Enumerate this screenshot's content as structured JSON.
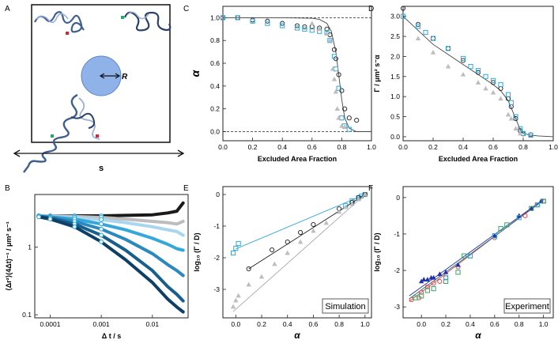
{
  "panel_letters": [
    "A",
    "B",
    "C",
    "D",
    "E",
    "F"
  ],
  "schematic": {
    "radius_label": "R",
    "side_label": "s"
  },
  "colors": {
    "black": "#1a1a1a",
    "gray": "#bdbdbd",
    "cyan": "#35a7d8",
    "lightblue": "#a9d5ee",
    "blue": "#2c89c0",
    "darkblue": "#175f8c",
    "navy": "#0e3f66",
    "red": "#d63c3c",
    "indigo": "#2233aa",
    "green": "#3fa06a",
    "teal": "#1f6f7a",
    "sphere": "#8fb3e8"
  },
  "chart_data": [
    {
      "id": "B",
      "type": "scatter",
      "xlabel": "Δ t / s",
      "ylabel": "⟨Δr²⟩(4Δt)⁻¹ / μm² s⁻¹",
      "xscale": "log",
      "yscale": "log",
      "xlim": [
        5e-05,
        0.05
      ],
      "ylim": [
        0.09,
        6
      ],
      "xticks": [
        0.0001,
        0.001,
        0.01
      ],
      "xticklabels": [
        "0.0001",
        "0.001",
        "0.01"
      ],
      "yticks": [
        0.1,
        1
      ],
      "yticklabels": [
        "0.1",
        "1"
      ],
      "series": [
        {
          "color": "#1a1a1a",
          "x": [
            6e-05,
            0.0001,
            0.0003,
            0.001,
            0.003,
            0.01,
            0.02,
            0.03,
            0.04
          ],
          "y": [
            2.9,
            2.9,
            2.9,
            2.9,
            2.95,
            3.0,
            3.2,
            3.4,
            4.5
          ]
        },
        {
          "color": "#bdbdbd",
          "x": [
            6e-05,
            0.0001,
            0.0003,
            0.001,
            0.003,
            0.01,
            0.02,
            0.03,
            0.04
          ],
          "y": [
            2.9,
            2.9,
            2.85,
            2.75,
            2.6,
            2.4,
            2.3,
            2.2,
            2.4
          ]
        },
        {
          "color": "#a9d5ee",
          "x": [
            6e-05,
            0.0001,
            0.0003,
            0.001,
            0.003,
            0.01,
            0.02,
            0.03,
            0.04
          ],
          "y": [
            2.9,
            2.85,
            2.75,
            2.55,
            2.3,
            2.0,
            1.8,
            1.7,
            1.5
          ]
        },
        {
          "color": "#35a7d8",
          "x": [
            6e-05,
            0.0001,
            0.0003,
            0.001,
            0.003,
            0.01,
            0.02,
            0.03,
            0.04
          ],
          "y": [
            2.9,
            2.8,
            2.6,
            2.2,
            1.8,
            1.35,
            1.1,
            0.95,
            0.9
          ]
        },
        {
          "color": "#2c89c0",
          "x": [
            6e-05,
            0.0001,
            0.0003,
            0.001,
            0.003,
            0.01,
            0.02,
            0.03,
            0.04
          ],
          "y": [
            2.85,
            2.75,
            2.4,
            1.85,
            1.3,
            0.8,
            0.55,
            0.45,
            0.38
          ]
        },
        {
          "color": "#175f8c",
          "x": [
            6e-05,
            0.0001,
            0.0003,
            0.001,
            0.003,
            0.01,
            0.02,
            0.03,
            0.04
          ],
          "y": [
            2.85,
            2.7,
            2.2,
            1.5,
            0.9,
            0.45,
            0.26,
            0.2,
            0.16
          ]
        },
        {
          "color": "#0e3f66",
          "x": [
            6e-05,
            0.0001,
            0.0003,
            0.001,
            0.003,
            0.01,
            0.02,
            0.03,
            0.04
          ],
          "y": [
            2.8,
            2.6,
            2.0,
            1.2,
            0.65,
            0.3,
            0.17,
            0.13,
            0.11
          ]
        }
      ]
    },
    {
      "id": "C",
      "type": "scatter",
      "xlabel": "Excluded Area Fraction",
      "ylabel": "α",
      "xlim": [
        0,
        1.0
      ],
      "ylim": [
        -0.08,
        1.1
      ],
      "xticks": [
        0,
        0.2,
        0.4,
        0.6,
        0.8,
        1.0
      ],
      "xticklabels": [
        "0.0",
        "0.2",
        "0.4",
        "0.6",
        "0.8",
        "1.0"
      ],
      "yticks": [
        0,
        0.2,
        0.4,
        0.6,
        0.8,
        1.0
      ],
      "yticklabels": [
        "0.0",
        "0.2",
        "0.4",
        "0.6",
        "0.8",
        "1.0"
      ],
      "reference_lines": [
        0,
        1
      ],
      "fit": {
        "x": [
          0,
          0.2,
          0.4,
          0.6,
          0.65,
          0.7,
          0.73,
          0.76,
          0.78,
          0.8,
          0.82,
          0.85,
          0.9,
          1.0
        ],
        "y": [
          1.0,
          1.0,
          1.0,
          0.995,
          0.985,
          0.95,
          0.88,
          0.7,
          0.5,
          0.28,
          0.12,
          0.03,
          0.0,
          0.0
        ]
      },
      "series": [
        {
          "marker": "circle",
          "color": "#1a1a1a",
          "x": [
            0.0,
            0.1,
            0.2,
            0.3,
            0.4,
            0.5,
            0.55,
            0.6,
            0.65,
            0.7,
            0.72,
            0.75,
            0.76,
            0.78,
            0.8,
            0.82,
            0.85,
            0.9
          ],
          "y": [
            1.0,
            1.0,
            0.98,
            0.97,
            0.95,
            0.93,
            0.92,
            0.92,
            0.91,
            0.9,
            0.85,
            0.72,
            0.64,
            0.5,
            0.36,
            0.2,
            0.12,
            0.1
          ]
        },
        {
          "marker": "square",
          "color": "#35a7d8",
          "x": [
            0.0,
            0.1,
            0.2,
            0.3,
            0.4,
            0.5,
            0.55,
            0.6,
            0.65,
            0.7,
            0.72,
            0.75,
            0.76,
            0.78,
            0.8,
            0.82,
            0.85
          ],
          "y": [
            1.0,
            1.0,
            0.97,
            0.95,
            0.93,
            0.91,
            0.9,
            0.89,
            0.88,
            0.87,
            0.8,
            0.66,
            0.55,
            0.38,
            0.12,
            0.05,
            0.02
          ]
        },
        {
          "marker": "triangle",
          "color": "#bdbdbd",
          "x": [
            0.6,
            0.65,
            0.7,
            0.72,
            0.74,
            0.75,
            0.76,
            0.77,
            0.78,
            0.8,
            0.82
          ],
          "y": [
            0.95,
            0.9,
            0.86,
            0.8,
            0.55,
            0.46,
            0.35,
            0.2,
            0.12,
            0.05,
            0.04
          ]
        }
      ]
    },
    {
      "id": "D",
      "type": "scatter",
      "xlabel": "Excluded Area Fraction",
      "ylabel": "Γ / μm² s⁻α",
      "xlim": [
        0,
        1.0
      ],
      "ylim": [
        -0.1,
        3.25
      ],
      "xticks": [
        0,
        0.2,
        0.4,
        0.6,
        0.8,
        1.0
      ],
      "xticklabels": [
        "0.0",
        "0.2",
        "0.4",
        "0.6",
        "0.8",
        "1.0"
      ],
      "yticks": [
        0,
        0.5,
        1.0,
        1.5,
        2.0,
        2.5,
        3.0
      ],
      "yticklabels": [
        "0.0",
        "0.5",
        "1.0",
        "1.5",
        "2.0",
        "2.5",
        "3.0"
      ],
      "fit": {
        "x": [
          0,
          0.1,
          0.2,
          0.3,
          0.4,
          0.5,
          0.6,
          0.65,
          0.7,
          0.75,
          0.78,
          0.8,
          0.85,
          0.9,
          1.0
        ],
        "y": [
          3.0,
          2.65,
          2.3,
          2.05,
          1.8,
          1.55,
          1.3,
          1.15,
          0.9,
          0.45,
          0.18,
          0.08,
          0.04,
          0.02,
          0.0
        ]
      },
      "series": [
        {
          "marker": "circle",
          "color": "#1a1a1a",
          "x": [
            0.0,
            0.1,
            0.2,
            0.3,
            0.4,
            0.5,
            0.6,
            0.65,
            0.7,
            0.72,
            0.75,
            0.78,
            0.8,
            0.85
          ],
          "y": [
            3.2,
            2.8,
            2.45,
            2.2,
            1.9,
            1.6,
            1.35,
            1.2,
            0.95,
            0.75,
            0.45,
            0.15,
            0.07,
            0.05
          ]
        },
        {
          "marker": "square",
          "color": "#35a7d8",
          "x": [
            0.0,
            0.1,
            0.15,
            0.2,
            0.3,
            0.4,
            0.45,
            0.5,
            0.55,
            0.6,
            0.65,
            0.7,
            0.72,
            0.75,
            0.78,
            0.8,
            0.85
          ],
          "y": [
            3.0,
            2.75,
            2.6,
            2.45,
            2.2,
            1.95,
            1.75,
            1.65,
            1.5,
            1.4,
            1.3,
            1.05,
            0.85,
            0.5,
            0.2,
            0.08,
            0.04
          ]
        },
        {
          "marker": "triangle",
          "color": "#bdbdbd",
          "x": [
            0.1,
            0.2,
            0.3,
            0.4,
            0.5,
            0.55,
            0.6,
            0.65,
            0.7,
            0.72,
            0.75,
            0.78
          ],
          "y": [
            2.45,
            2.1,
            1.75,
            1.55,
            1.35,
            1.2,
            1.1,
            0.95,
            0.55,
            0.45,
            0.2,
            0.08
          ]
        }
      ]
    },
    {
      "id": "E",
      "type": "scatter",
      "xlabel": "α",
      "ylabel": "log₁₀ (Γ / D)",
      "xlim": [
        -0.1,
        1.05
      ],
      "ylim": [
        -3.9,
        0.25
      ],
      "xticks": [
        0,
        0.2,
        0.4,
        0.6,
        0.8,
        1.0
      ],
      "xticklabels": [
        "0.0",
        "0.2",
        "0.4",
        "0.6",
        "0.8",
        "1.0"
      ],
      "yticks": [
        -3,
        -2,
        -1,
        0
      ],
      "yticklabels": [
        "-3",
        "-2",
        "-1",
        "0"
      ],
      "annotation": "Simulation",
      "series": [
        {
          "marker": "square",
          "color": "#35a7d8",
          "line": [
            [
              0,
              -1.72
            ],
            [
              1.0,
              0.0
            ]
          ],
          "x": [
            -0.02,
            0.0,
            0.02,
            0.85,
            0.9,
            0.95,
            0.97,
            1.0
          ],
          "y": [
            -1.85,
            -1.7,
            -1.55,
            -0.35,
            -0.2,
            -0.1,
            -0.05,
            0.0
          ]
        },
        {
          "marker": "circle",
          "color": "#1a1a1a",
          "line": [
            [
              0.1,
              -2.35
            ],
            [
              1.0,
              0.0
            ]
          ],
          "x": [
            0.1,
            0.28,
            0.4,
            0.5,
            0.6,
            0.8,
            0.9,
            0.95,
            1.0
          ],
          "y": [
            -2.35,
            -1.75,
            -1.5,
            -1.2,
            -0.95,
            -0.45,
            -0.25,
            -0.1,
            0.0
          ]
        },
        {
          "marker": "triangle",
          "color": "#bdbdbd",
          "line": [
            [
              -0.02,
              -3.7
            ],
            [
              1.0,
              0.0
            ]
          ],
          "x": [
            -0.02,
            0.0,
            0.02,
            0.1,
            0.2,
            0.3,
            0.4,
            0.5,
            0.6,
            0.7,
            0.8,
            0.85,
            0.9,
            0.95,
            1.0
          ],
          "y": [
            -3.55,
            -3.35,
            -3.2,
            -2.85,
            -2.6,
            -2.2,
            -1.85,
            -1.5,
            -1.15,
            -0.9,
            -0.55,
            -0.4,
            -0.3,
            -0.15,
            0.0
          ]
        }
      ]
    },
    {
      "id": "F",
      "type": "scatter",
      "xlabel": "α",
      "ylabel": "log₁₀ (Γ / D)",
      "xlim": [
        -0.15,
        1.08
      ],
      "ylim": [
        -3.3,
        0.3
      ],
      "xticks": [
        0,
        0.2,
        0.4,
        0.6,
        0.8,
        1.0
      ],
      "xticklabels": [
        "0.0",
        "0.2",
        "0.4",
        "0.6",
        "0.8",
        "1.0"
      ],
      "yticks": [
        -3,
        -2,
        -1,
        0
      ],
      "yticklabels": [
        "-3",
        "-2",
        "-1",
        "0"
      ],
      "annotation": "Experiment",
      "fits": [
        {
          "color": "#d63c3c",
          "x": [
            -0.1,
            1.0
          ],
          "y": [
            -2.85,
            -0.05
          ]
        },
        {
          "color": "#2233aa",
          "x": [
            -0.1,
            1.0
          ],
          "y": [
            -2.7,
            -0.05
          ]
        },
        {
          "color": "#1f6f7a",
          "x": [
            -0.1,
            1.0
          ],
          "y": [
            -2.78,
            -0.08
          ]
        }
      ],
      "series": [
        {
          "marker": "circle",
          "color": "#d63c3c",
          "x": [
            -0.08,
            -0.02,
            0.0,
            0.05,
            0.1,
            0.15,
            0.2,
            0.3,
            0.6,
            0.85,
            0.95,
            1.0
          ],
          "y": [
            -2.8,
            -2.75,
            -2.6,
            -2.45,
            -2.35,
            -2.3,
            -2.2,
            -1.9,
            -1.1,
            -0.5,
            -0.2,
            -0.1
          ]
        },
        {
          "marker": "triangle",
          "color": "#2233aa",
          "x": [
            0.0,
            0.02,
            0.05,
            0.08,
            0.1,
            0.15,
            0.2,
            0.3,
            0.6,
            0.8,
            0.9,
            0.98
          ],
          "y": [
            -2.3,
            -2.25,
            -2.25,
            -2.2,
            -2.2,
            -2.1,
            -2.05,
            -1.85,
            -1.05,
            -0.5,
            -0.3,
            -0.1
          ]
        },
        {
          "marker": "square",
          "color": "#3fa06a",
          "x": [
            -0.05,
            0.0,
            0.05,
            0.1,
            0.2,
            0.3,
            0.35,
            0.4,
            0.6,
            0.65,
            0.7,
            0.9,
            0.95,
            1.0
          ],
          "y": [
            -2.75,
            -2.7,
            -2.55,
            -2.5,
            -2.3,
            -2.05,
            -1.6,
            -1.6,
            -1.05,
            -0.85,
            -0.75,
            -0.3,
            -0.2,
            -0.1
          ]
        },
        {
          "marker": "square",
          "color": "#35a7d8",
          "x": [
            0.2,
            0.4,
            0.6,
            0.8,
            0.95
          ],
          "y": [
            -2.2,
            -1.6,
            -1.05,
            -0.55,
            -0.2
          ]
        }
      ]
    }
  ]
}
